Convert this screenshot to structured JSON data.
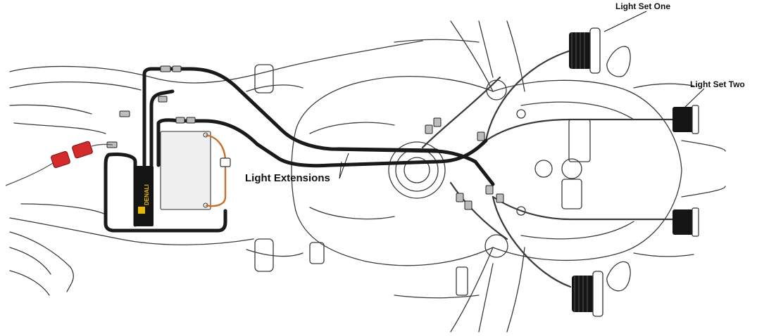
{
  "labels": {
    "light_set_one": "Light Set One",
    "light_set_two": "Light Set Two",
    "light_extensions": "Light Extensions"
  },
  "controller": {
    "brand": "DENALI"
  },
  "colors": {
    "outline": "#3a3a3a",
    "harness": "#1a1a1a",
    "battery_fill": "#f0f0f0",
    "battery_cable": "#c8702a",
    "fuse_holder": "#d42a2a",
    "controller_accent": "#e6b800"
  }
}
